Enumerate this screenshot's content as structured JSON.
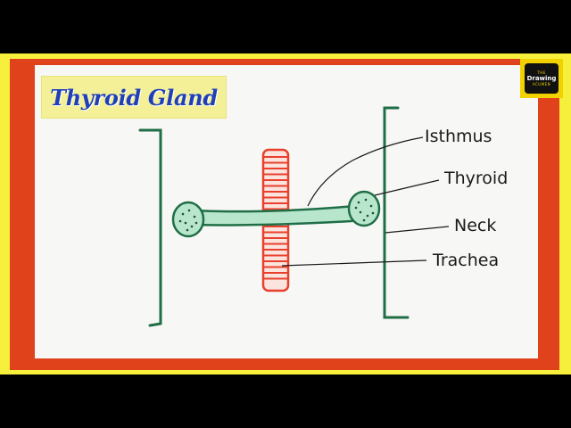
{
  "title": "Thyroid Gland",
  "logo": {
    "line1": "THE",
    "line2": "Drawing",
    "line3": "ACUMEN"
  },
  "labels": {
    "isthmus": "Isthmus",
    "thyroid": "Thyroid",
    "neck": "Neck",
    "trachea": "Trachea"
  },
  "colors": {
    "thyroid_fill": "#b8e6cc",
    "outline_green": "#1f6e46",
    "trachea_red": "#e8402c",
    "title_blue": "#1f3fb8",
    "frame_red": "#e0421c",
    "frame_yellow": "#f6ef3c"
  }
}
